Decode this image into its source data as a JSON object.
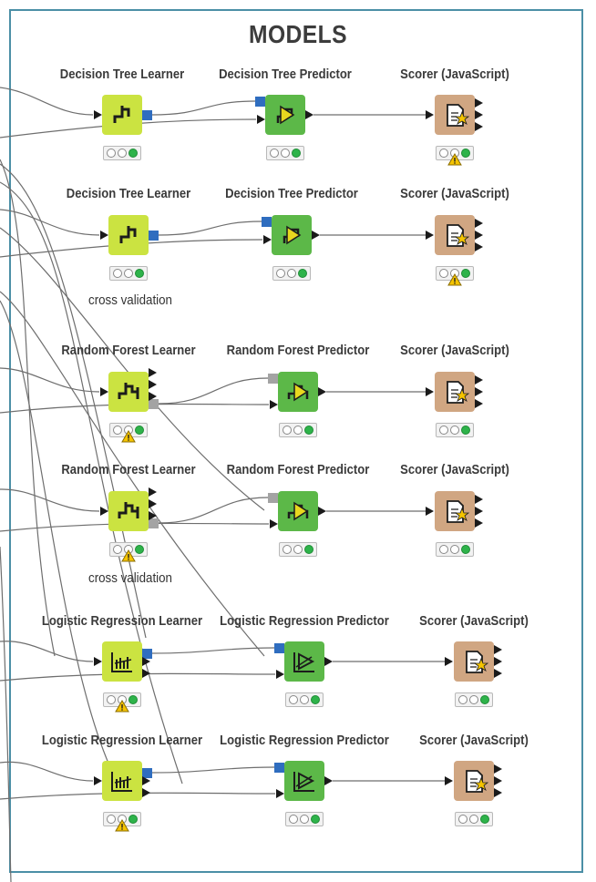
{
  "title": "MODELS",
  "rows": [
    {
      "learner": "Decision Tree Learner",
      "predictor": "Decision Tree Predictor",
      "scorer": "Scorer (JavaScript)",
      "learner_kind": "tree",
      "learner_warn": false,
      "scorer_warn": true,
      "model_port": "blue",
      "annotation": ""
    },
    {
      "learner": "Decision Tree Learner",
      "predictor": "Decision Tree Predictor",
      "scorer": "Scorer (JavaScript)",
      "learner_kind": "tree",
      "learner_warn": false,
      "scorer_warn": true,
      "model_port": "blue",
      "annotation": "cross validation"
    },
    {
      "learner": "Random Forest Learner",
      "predictor": "Random Forest Predictor",
      "scorer": "Scorer (JavaScript)",
      "learner_kind": "forest",
      "learner_warn": true,
      "scorer_warn": false,
      "model_port": "grey",
      "annotation": ""
    },
    {
      "learner": "Random Forest Learner",
      "predictor": "Random Forest Predictor",
      "scorer": "Scorer (JavaScript)",
      "learner_kind": "forest",
      "learner_warn": true,
      "scorer_warn": false,
      "model_port": "grey",
      "annotation": "cross validation"
    },
    {
      "learner": "Logistic Regression Learner",
      "predictor": "Logistic Regression Predictor",
      "scorer": "Scorer (JavaScript)",
      "learner_kind": "logreg",
      "learner_warn": true,
      "scorer_warn": false,
      "model_port": "blue",
      "annotation": ""
    },
    {
      "learner": "Logistic Regression Learner",
      "predictor": "Logistic Regression Predictor",
      "scorer": "Scorer (JavaScript)",
      "learner_kind": "logreg",
      "learner_warn": true,
      "scorer_warn": false,
      "model_port": "blue",
      "annotation": ""
    }
  ],
  "colors": {
    "learner": "#cbe341",
    "predictor": "#5cb848",
    "scorer": "#d0a682",
    "frame": "#4b8fa6",
    "model_port_blue": "#2f6dbf",
    "model_port_grey": "#a3a3a3",
    "status_ok": "#2eb34a",
    "warning": "#f5c400"
  }
}
